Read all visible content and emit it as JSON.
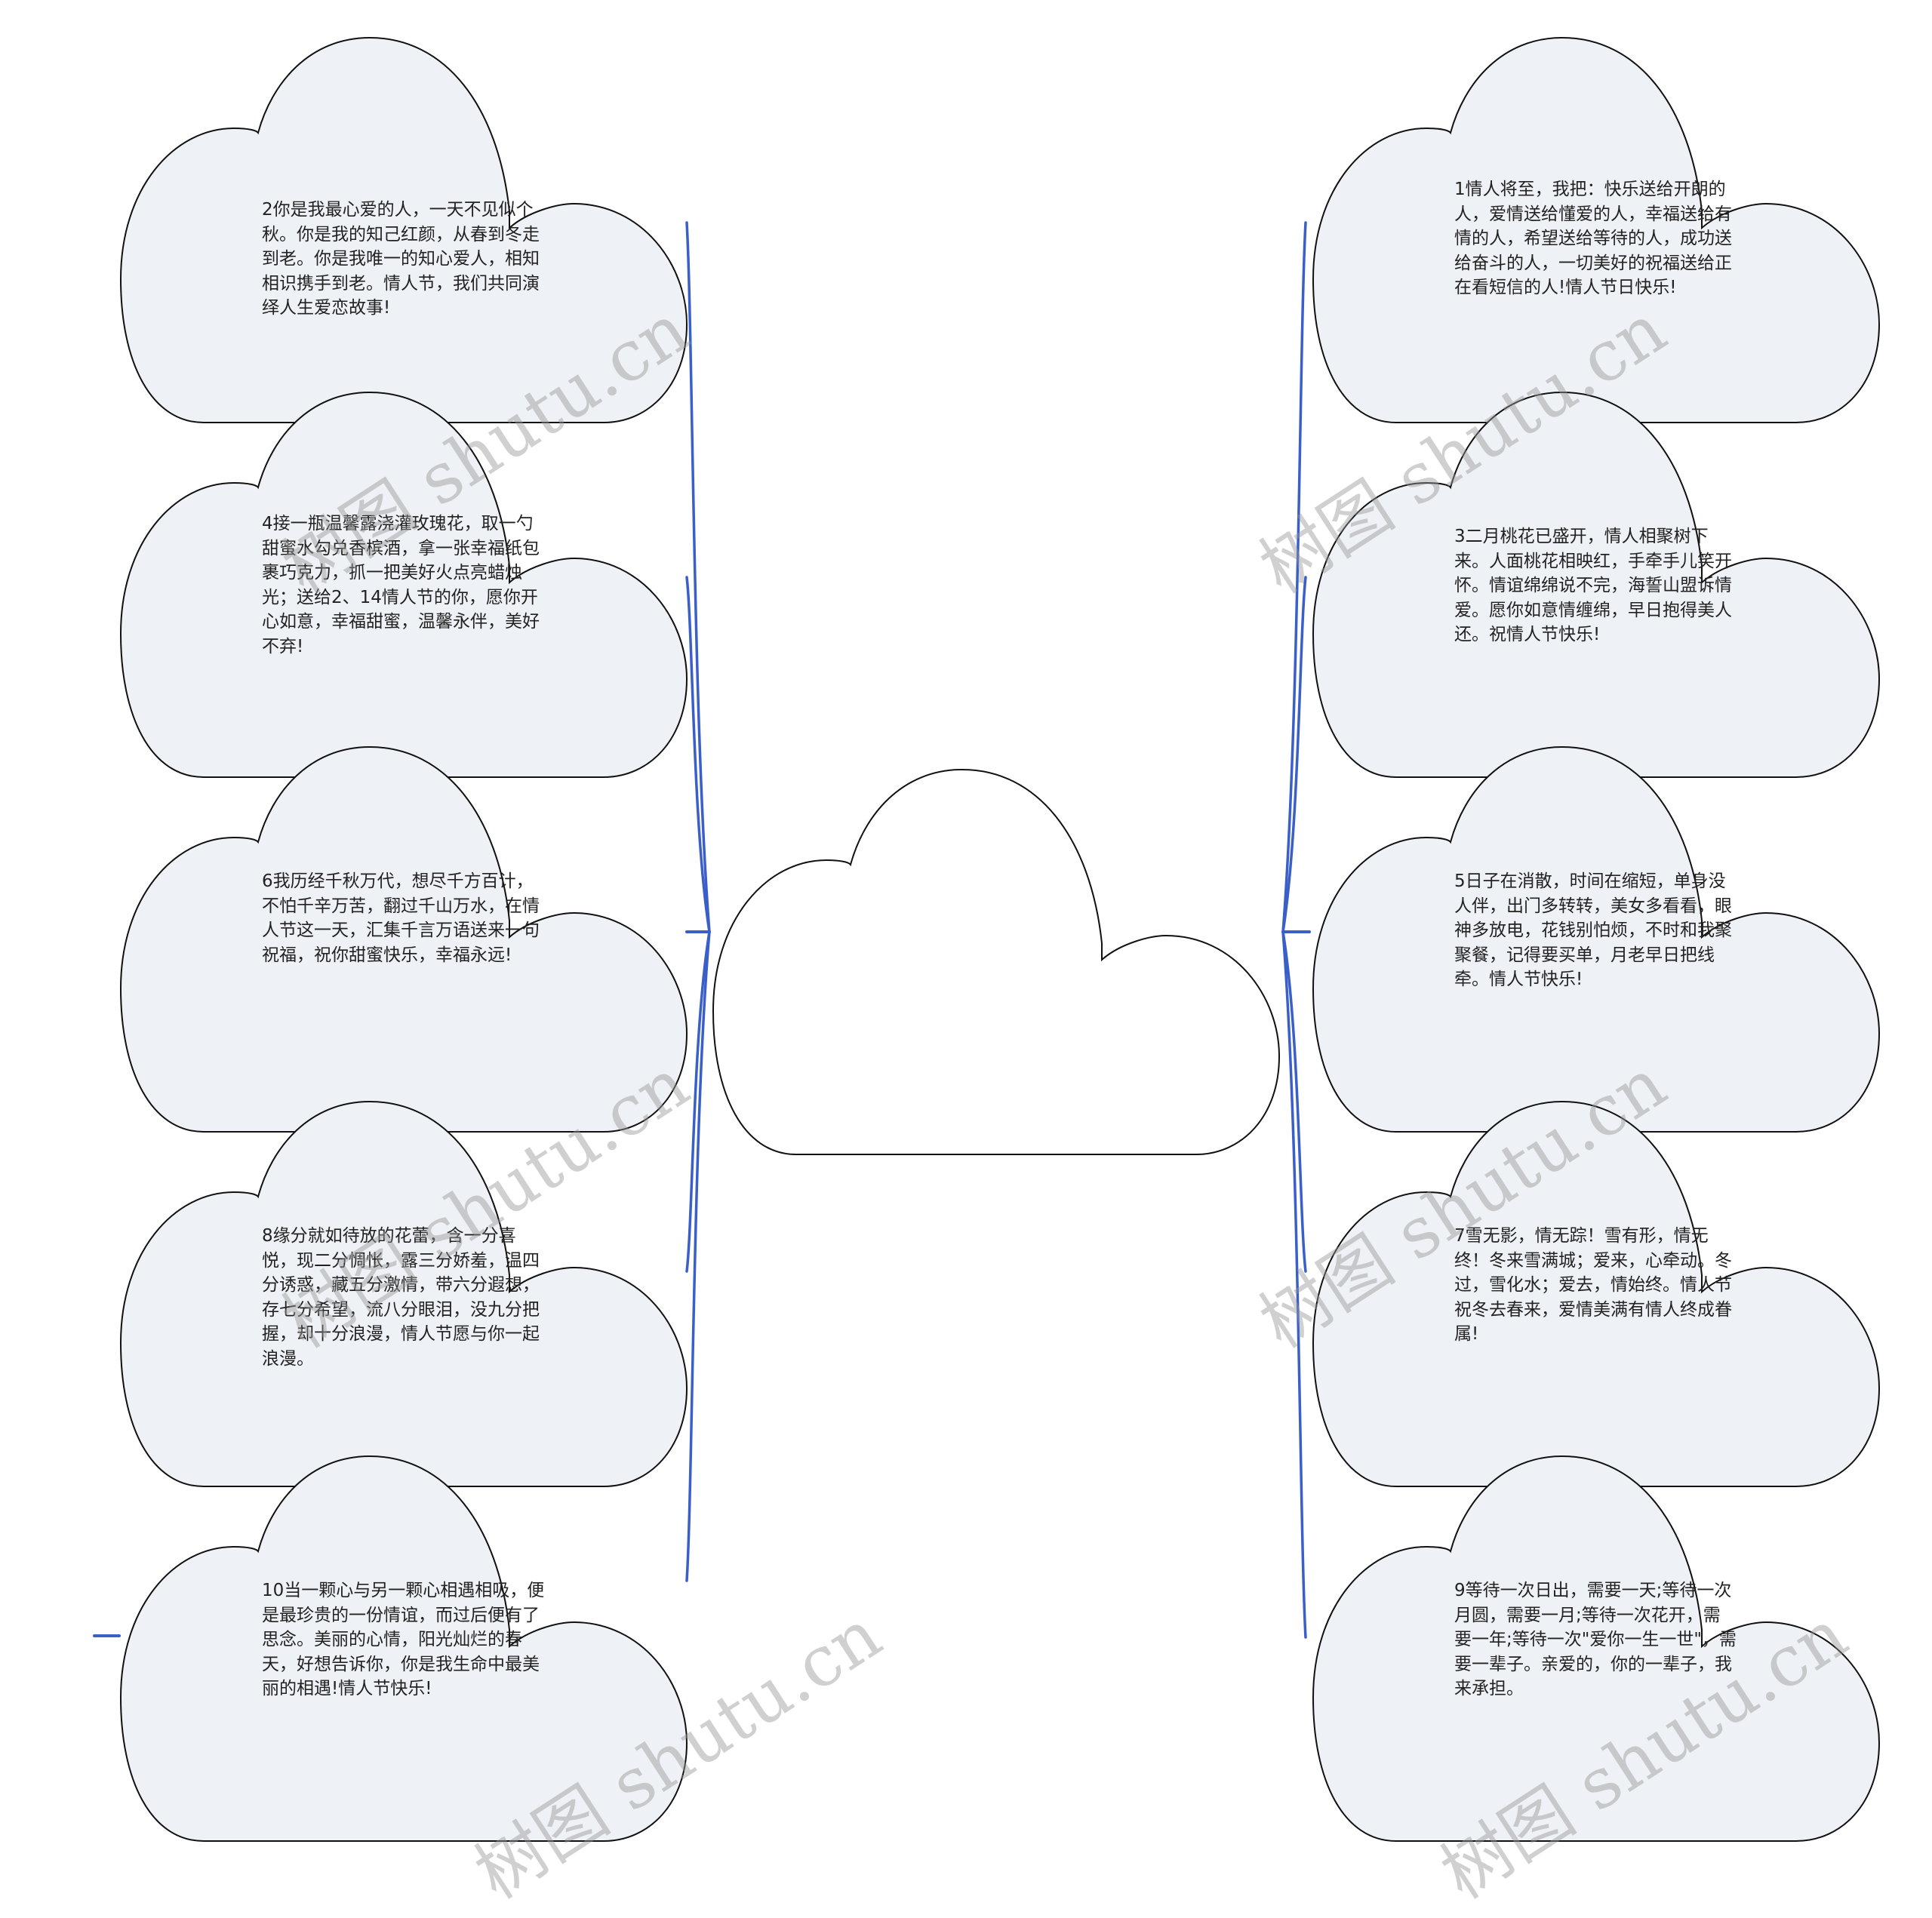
{
  "diagram": {
    "type": "mind-map",
    "root": {
      "label": ""
    },
    "colors": {
      "connector": "#3a5fc8",
      "node_fill": "#eef1f5",
      "root_fill": "#ffffff",
      "node_stroke": "#111111",
      "text": "#222222",
      "watermark": "#b4b4b4"
    },
    "left_nodes": [
      {
        "id": "2",
        "text": "2你是我最心爱的人，一天不见似个秋。你是我的知己红颜，从春到冬走到老。你是我唯一的知心爱人，相知相识携手到老。情人节，我们共同演绎人生爱恋故事!"
      },
      {
        "id": "4",
        "text": "4接一瓶温馨露浇灌玫瑰花，取一勺甜蜜水勾兑香槟酒，拿一张幸福纸包裹巧克力，抓一把美好火点亮蜡烛光；送给2、14情人节的你，愿你开心如意，幸福甜蜜，温馨永伴，美好不弃!"
      },
      {
        "id": "6",
        "text": "6我历经千秋万代，想尽千方百计，不怕千辛万苦，翻过千山万水，在情人节这一天，汇集千言万语送来一句祝福，祝你甜蜜快乐，幸福永远!"
      },
      {
        "id": "8",
        "text": "8缘分就如待放的花蕾，含一分喜悦，现二分惆怅，露三分娇羞，温四分诱惑，藏五分激情，带六分遐想，存七分希望，流八分眼泪，没九分把握，却十分浪漫，情人节愿与你一起浪漫。"
      },
      {
        "id": "10",
        "text": "10当一颗心与另一颗心相遇相吸，便是最珍贵的一份情谊，而过后便有了思念。美丽的心情，阳光灿烂的春天，好想告诉你，你是我生命中最美丽的相遇!情人节快乐!"
      }
    ],
    "right_nodes": [
      {
        "id": "1",
        "text": "1情人将至，我把：快乐送给开朗的人，爱情送给懂爱的人，幸福送给有情的人，希望送给等待的人，成功送给奋斗的人，一切美好的祝福送给正在看短信的人!情人节日快乐!"
      },
      {
        "id": "3",
        "text": "3二月桃花已盛开，情人相聚树下来。人面桃花相映红，手牵手儿笑开怀。情谊绵绵说不完，海誓山盟诉情爱。愿你如意情缠绵，早日抱得美人还。祝情人节快乐!"
      },
      {
        "id": "5",
        "text": "5日子在消散，时间在缩短，单身没人伴，出门多转转，美女多看看，眼神多放电，花钱别怕烦，不时和我聚聚餐，记得要买单，月老早日把线牵。情人节快乐!"
      },
      {
        "id": "7",
        "text": "7雪无影，情无踪！雪有形，情无终！冬来雪满城；爱来，心牵动。冬过，雪化水；爱去，情始终。情人节祝冬去春来，爱情美满有情人终成眷属!"
      },
      {
        "id": "9",
        "text": "9等待一次日出，需要一天;等待一次月圆，需要一月;等待一次花开，需要一年;等待一次\"爱你一生一世\"，需要一辈子。亲爱的，你的一辈子，我来承担。"
      }
    ],
    "watermark": "树图 shutu.cn"
  }
}
